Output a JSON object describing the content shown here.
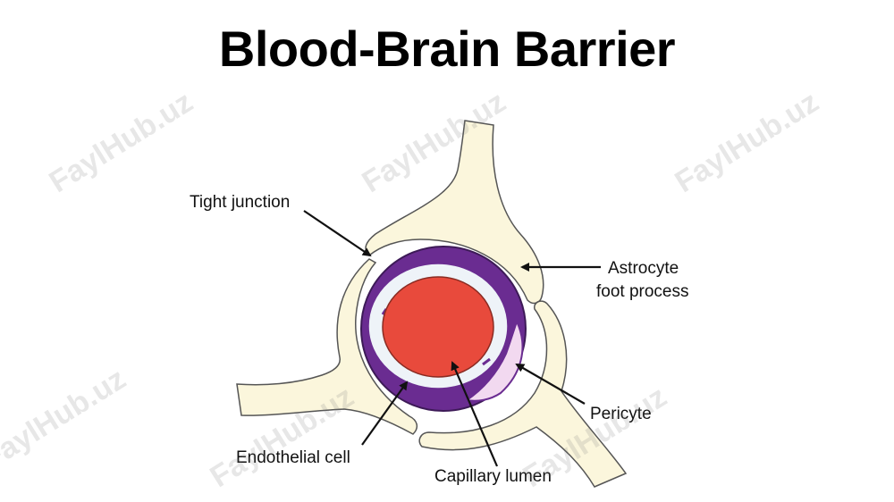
{
  "title": "Blood-Brain Barrier",
  "labels": {
    "tight_junction": "Tight junction",
    "astrocyte_line1": "Astrocyte",
    "astrocyte_line2": "foot process",
    "pericyte": "Pericyte",
    "endothelial_cell": "Endothelial cell",
    "capillary_lumen": "Capillary lumen"
  },
  "watermark": "FaylHub.uz",
  "colors": {
    "astrocyte": "#fbf6dc",
    "endothelium": "#6a2c91",
    "basement": "#eef3f8",
    "lumen": "#e84a3c",
    "pericyte": "#f2d9f0"
  }
}
